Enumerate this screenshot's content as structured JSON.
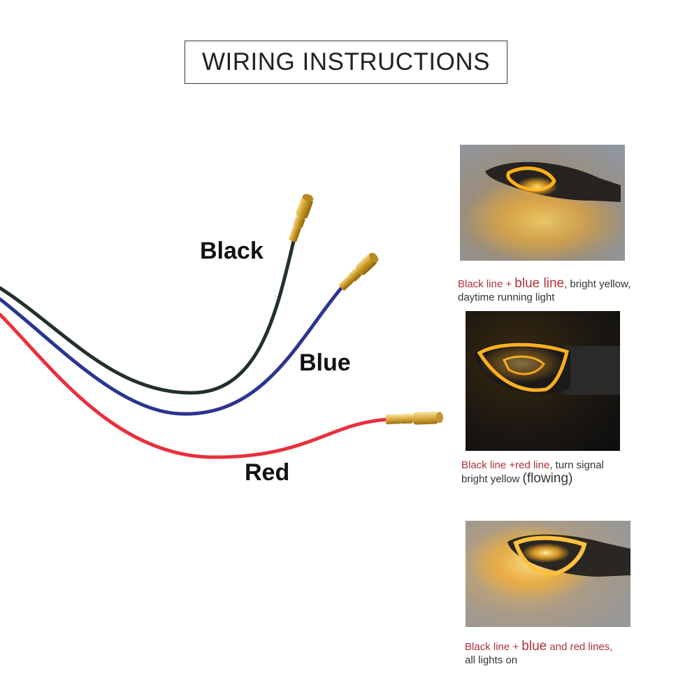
{
  "title": "WIRING INSTRUCTIONS",
  "wires": [
    {
      "label": "Black",
      "color": "#24302a"
    },
    {
      "label": "Blue",
      "color": "#2a3590"
    },
    {
      "label": "Red",
      "color": "#e8303c"
    }
  ],
  "modes": [
    {
      "caption_part1": "Black line + ",
      "caption_part2": "blue line",
      "caption_part3": ", bright yellow,",
      "caption_line2": "daytime running light"
    },
    {
      "caption_part1": "Black line +red line",
      "caption_part2": ", turn signal",
      "caption_line2a": "bright yellow ",
      "caption_line2b": "(flowing)"
    },
    {
      "caption_part1": "Black line + ",
      "caption_part2": "blue",
      "caption_part3": "  and red lines,",
      "caption_line2": "all lights on"
    }
  ],
  "colors": {
    "glow": "#ffb020",
    "caption_red": "#b0303a"
  }
}
